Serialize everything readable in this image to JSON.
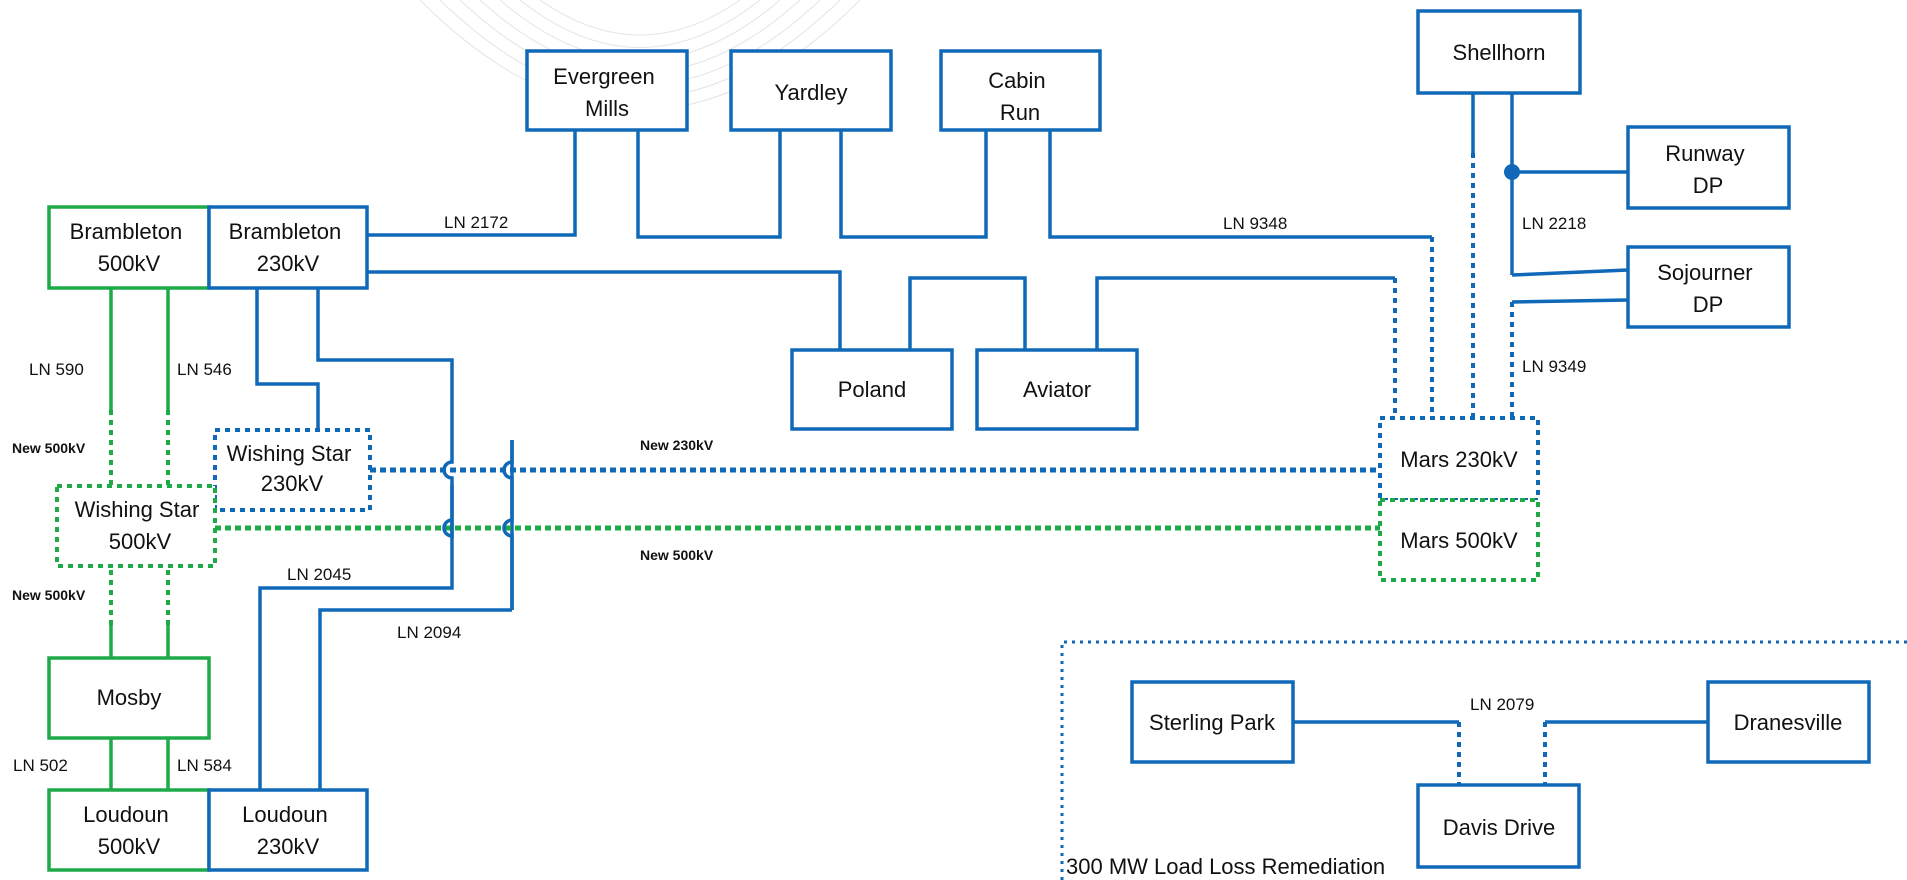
{
  "colors": {
    "line_230kv": "#1068b8",
    "line_500kv": "#1faa4a",
    "new_230kv_glow": "#86b6f2",
    "new_500kv_glow": "#cdf08a",
    "text": "#111111",
    "watermark": "#cfcfcf"
  },
  "substations": {
    "brambleton_500": [
      "Brambleton",
      "500kV"
    ],
    "brambleton_230": [
      "Brambleton",
      "230kV"
    ],
    "evergreen_mills": [
      "Evergreen",
      "Mills"
    ],
    "yardley": [
      "Yardley"
    ],
    "cabin_run": [
      "Cabin",
      "Run"
    ],
    "shellhorn": [
      "Shellhorn"
    ],
    "runway_dp": [
      "Runway",
      "DP"
    ],
    "sojourner_dp": [
      "Sojourner",
      "DP"
    ],
    "poland": [
      "Poland"
    ],
    "aviator": [
      "Aviator"
    ],
    "wishing_star_230": [
      "Wishing Star",
      "230kV"
    ],
    "wishing_star_500": [
      "Wishing Star",
      "500kV"
    ],
    "mars_230": [
      "Mars 230kV"
    ],
    "mars_500": [
      "Mars 500kV"
    ],
    "mosby": [
      "Mosby"
    ],
    "loudoun_500": [
      "Loudoun",
      "500kV"
    ],
    "loudoun_230": [
      "Loudoun",
      "230kV"
    ],
    "sterling_park": [
      "Sterling Park"
    ],
    "dranesville": [
      "Dranesville"
    ],
    "davis_drive": [
      "Davis Drive"
    ]
  },
  "line_labels": {
    "ln_2172": "LN 2172",
    "ln_9348": "LN 9348",
    "ln_2218": "LN 2218",
    "ln_9349": "LN 9349",
    "ln_590": "LN 590",
    "ln_546": "LN 546",
    "ln_2045": "LN 2045",
    "ln_2094": "LN 2094",
    "ln_502": "LN 502",
    "ln_584": "LN 584",
    "ln_2079": "LN 2079"
  },
  "new_line_labels": {
    "new_230kv": "New 230kV",
    "new_500kv_mars": "New 500kV",
    "new_500kv_north": "New 500kV",
    "new_500kv_south": "New 500kV"
  },
  "remediation_note": "300 MW Load Loss Remediation"
}
